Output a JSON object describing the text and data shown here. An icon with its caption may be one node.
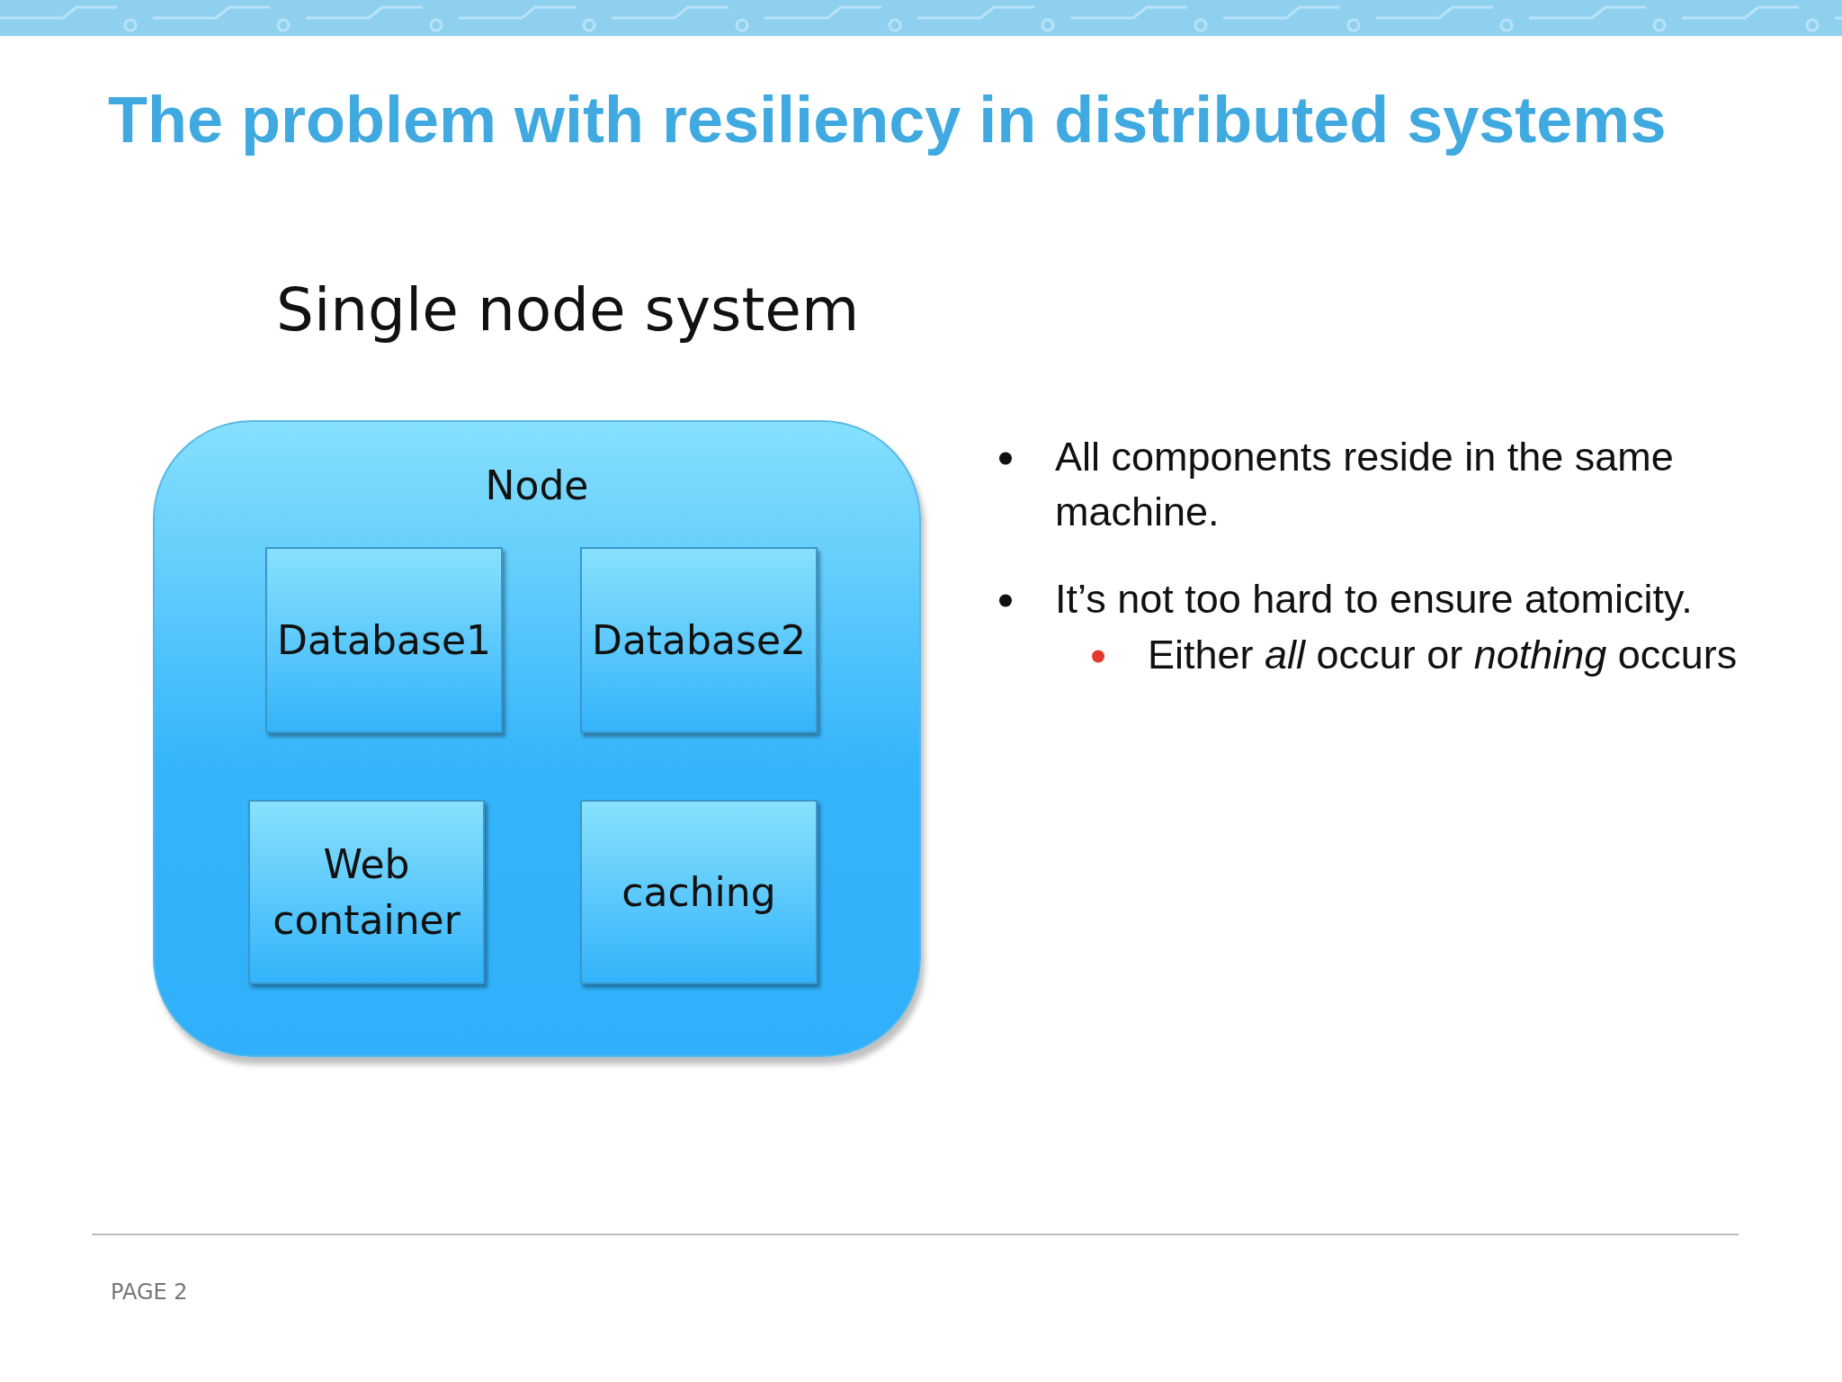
{
  "diagram": {
    "title": "The problem with resiliency in distributed systems",
    "nodes": [
      {
        "text": [
          "Node"
        ]
      },
      {
        "text": [
          "Database1"
        ],
        "in": 0
      },
      {
        "text": [
          "Database2"
        ],
        "in": 0
      },
      {
        "text": [
          "Web container"
        ],
        "in": 0
      },
      {
        "text": [
          "caching"
        ],
        "in": 0
      }
    ],
    "labels": [
      "Single node system",
      "All components reside in the same machine.",
      "It’s not too hard to ensure atomicity.",
      "Either *all* occur or *nothing* occurs",
      "PAGE 2"
    ]
  }
}
